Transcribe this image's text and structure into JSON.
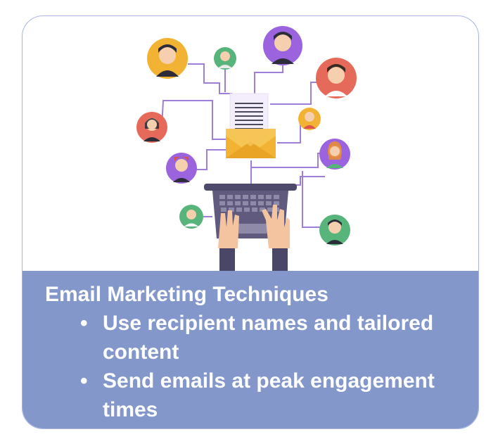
{
  "caption": {
    "title": "Email Marketing Techniques",
    "bullets": [
      "Use recipient names and tailored content",
      "Send emails at peak engagement times"
    ],
    "bullet_glyph": "•"
  },
  "colors": {
    "caption_bg": "#8497cb",
    "card_border": "#a9b6e4",
    "connector": "#9f7ed8",
    "envelope": "#f2b234",
    "laptop": "#5f5a7e"
  },
  "illustration": {
    "icons": [
      "envelope-icon",
      "document-icon",
      "laptop-icon",
      "hands-icon",
      "person-avatar-icon"
    ]
  }
}
